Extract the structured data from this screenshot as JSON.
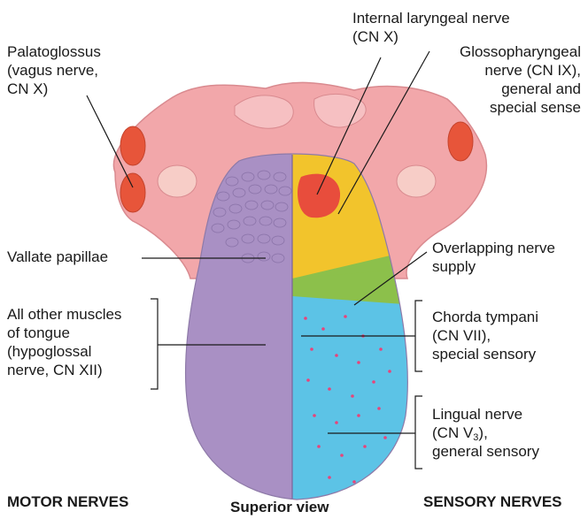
{
  "labels": {
    "palatoglossus": [
      "Palatoglossus",
      "(vagus nerve,",
      "CN X)"
    ],
    "internal_laryngeal": [
      "Internal laryngeal nerve",
      "(CN X)"
    ],
    "glossopharyngeal": [
      "Glossopharyngeal",
      "nerve (CN IX),",
      "general and",
      "special sense"
    ],
    "vallate_papillae": "Vallate papillae",
    "overlapping": [
      "Overlapping nerve",
      "supply"
    ],
    "other_muscles": [
      "All other muscles",
      "of tongue",
      "(hypoglossal",
      "nerve, CN XII)"
    ],
    "chorda_tympani": [
      "Chorda tympani",
      "(CN VII),",
      "special sensory"
    ],
    "lingual": {
      "line1": "Lingual nerve",
      "line2_prefix": "(CN V",
      "line2_sub": "3",
      "line2_suffix": "),",
      "line3": "general sensory"
    }
  },
  "headings": {
    "motor": "MOTOR NERVES",
    "view": "Superior view",
    "sensory": "SENSORY NERVES"
  },
  "colors": {
    "pharynx_pink": "#f2a7aa",
    "tonsil_orange": "#e7553a",
    "motor_purple": "#a990c4",
    "ix_yellow": "#f2c42c",
    "overlap_green": "#8cc04b",
    "v3_blue": "#5cc3e6",
    "larynx_red": "#e84d3c",
    "taste_dots": "#e8447a"
  }
}
